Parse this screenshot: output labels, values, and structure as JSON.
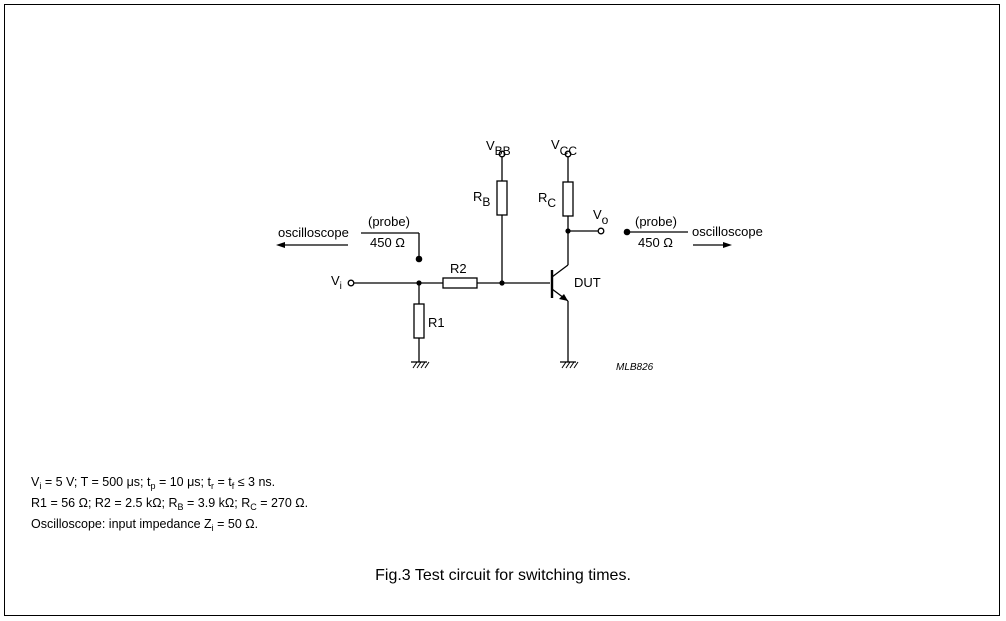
{
  "schematic": {
    "vbb": "V",
    "vbb_sub": "BB",
    "vcc": "V",
    "vcc_sub": "CC",
    "rb": "R",
    "rb_sub": "B",
    "rc": "R",
    "rc_sub": "C",
    "vo": "V",
    "vo_sub": "o",
    "vi": "V",
    "vi_sub": "i",
    "r2": "R2",
    "r1": "R1",
    "dut": "DUT",
    "left_probe": "(probe)",
    "left_imp": "450 Ω",
    "left_scope": "oscilloscope",
    "right_probe": "(probe)",
    "right_imp": "450 Ω",
    "right_scope": "oscilloscope",
    "code": "MLB826"
  },
  "notes": {
    "line1": {
      "a": "V",
      "a_sub": "i",
      "b": " = 5 V; T = 500 μs; t",
      "b_sub": "p",
      "c": " = 10 μs; t",
      "c_sub": "r",
      "d": " = t",
      "d_sub": "f",
      "e": " ≤ 3 ns."
    },
    "line2": {
      "a": "R1 = 56 Ω; R2 = 2.5 kΩ; R",
      "a_sub": "B",
      "b": " = 3.9 kΩ; R",
      "b_sub": "C",
      "c": " = 270 Ω."
    },
    "line3": {
      "a": "Oscilloscope: input impedance Z",
      "a_sub": "i",
      "b": " = 50 Ω."
    }
  },
  "caption": "Fig.3  Test circuit for switching times."
}
